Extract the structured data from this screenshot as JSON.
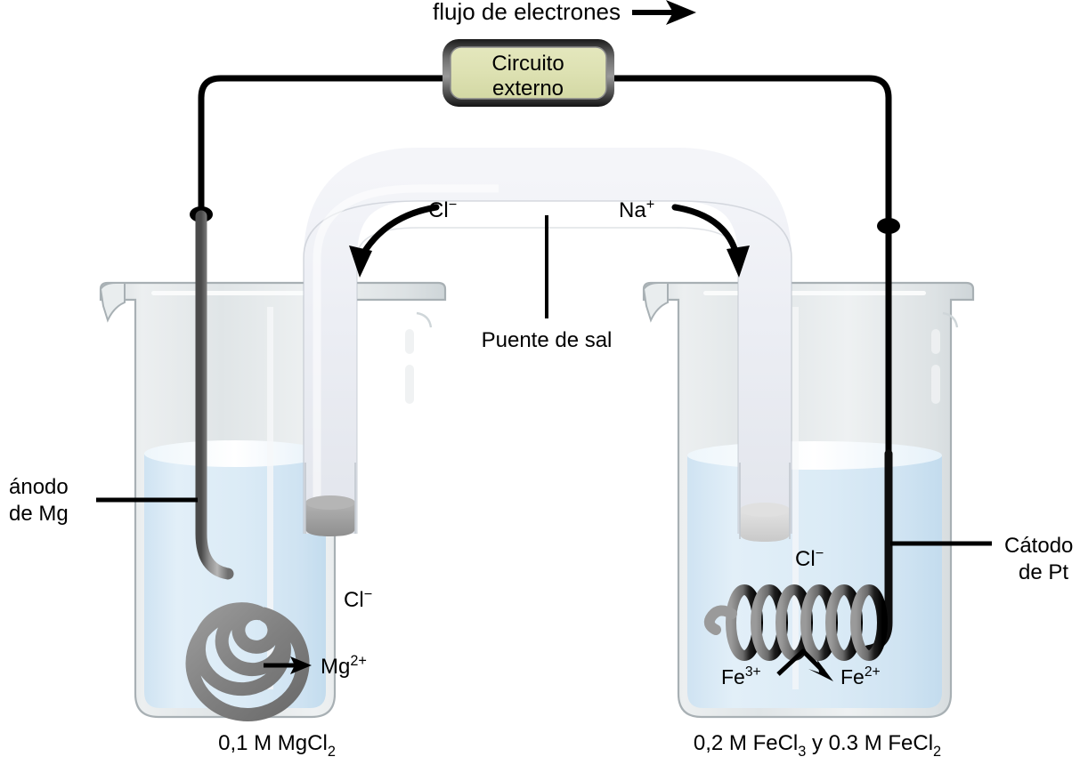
{
  "diagram": {
    "title_flow": "flujo de electrones",
    "external_circuit": {
      "line1": "Circuito",
      "line2": "externo",
      "fill_color": "#dde1b2",
      "border_color": "#2b2b2b"
    },
    "salt_bridge": {
      "label": "Puente de sal",
      "left_ion": "Cl",
      "left_ion_charge": "−",
      "right_ion": "Na",
      "right_ion_charge": "+"
    },
    "left_cell": {
      "electrode_label_line1": "ánodo",
      "electrode_label_line2": "de Mg",
      "anion_label": "Cl",
      "anion_charge": "−",
      "product_label": "Mg",
      "product_charge": "2+",
      "solution_label_prefix": "0,1 M MgCl",
      "solution_label_sub": "2",
      "electrode_color": "#8c8c8c",
      "liquid_color": "#d9e8f4"
    },
    "right_cell": {
      "electrode_label_line1": "Cátodo",
      "electrode_label_line2": "de Pt",
      "anion_label": "Cl",
      "anion_charge": "−",
      "reactant_label": "Fe",
      "reactant_charge": "3+",
      "product_label": "Fe",
      "product_charge": "2+",
      "solution_label_part1": "0,2 M FeCl",
      "solution_label_sub1": "3",
      "solution_label_part2": " y 0.3 M FeCl",
      "solution_label_sub2": "2",
      "electrode_color": "#111111",
      "liquid_color": "#d9e8f4"
    },
    "colors": {
      "wire": "#000000",
      "glass_stroke": "#a8b0b4",
      "glass_fill": "#e4e8ea"
    }
  }
}
